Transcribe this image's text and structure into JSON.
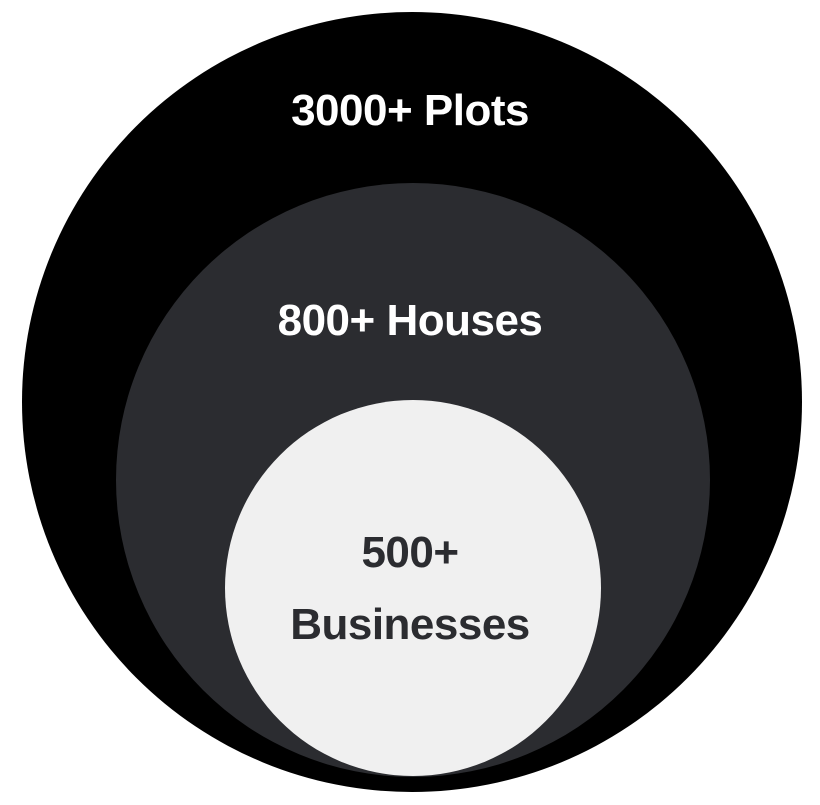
{
  "levels": [
    {
      "label": "3000+ Plots",
      "color": "#000000"
    },
    {
      "label": "800+ Houses",
      "color": "#2b2c30"
    },
    {
      "label_line1": "500+",
      "label_line2": "Businesses",
      "color": "#f0f0f0"
    }
  ]
}
